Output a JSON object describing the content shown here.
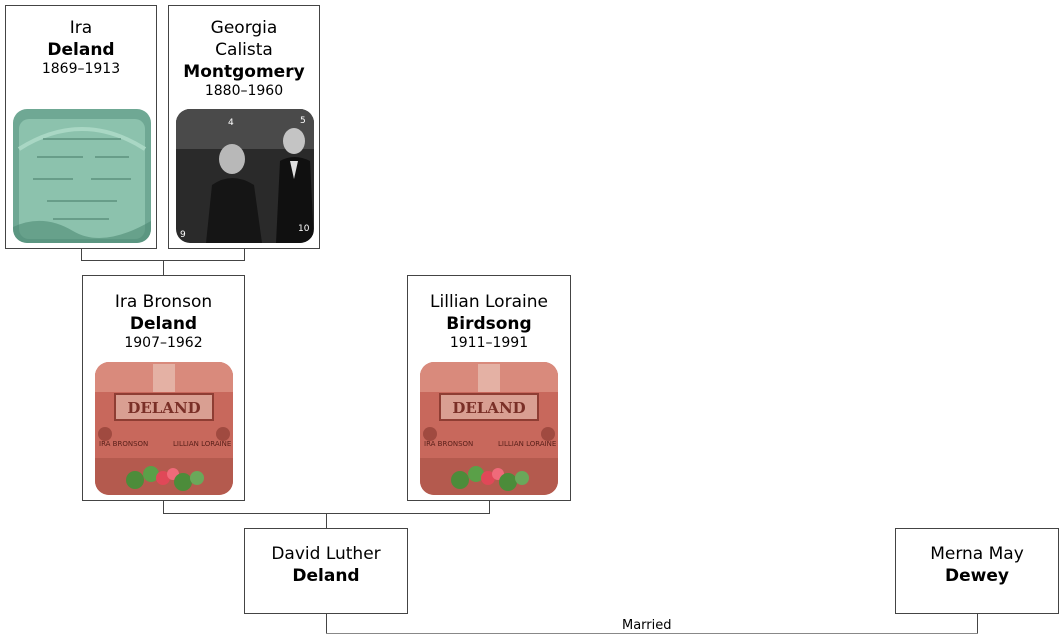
{
  "people": {
    "ira": {
      "given": "Ira",
      "surname": "Deland",
      "dates": "1869–1913",
      "photo": "gravestone-photo"
    },
    "georgia": {
      "given_line1": "Georgia",
      "given_line2": "Calista",
      "surname": "Montgomery",
      "dates": "1880–1960",
      "photo": "family-portrait-photo",
      "photo_labels": [
        "4",
        "5",
        "9",
        "10"
      ]
    },
    "ira_bronson": {
      "given": "Ira Bronson",
      "surname": "Deland",
      "dates": "1907–1962",
      "photo": "deland-headstone-photo"
    },
    "lillian": {
      "given": "Lillian Loraine",
      "surname": "Birdsong",
      "dates": "1911–1991",
      "photo": "deland-headstone-photo"
    },
    "david": {
      "given": "David Luther",
      "surname": "Deland"
    },
    "merna": {
      "given": "Merna May",
      "surname": "Dewey"
    }
  },
  "relationship": {
    "label": "Married"
  },
  "headstone_text": {
    "name": "DELAND",
    "left": "IRA BRONSON",
    "right": "LILLIAN LORAINE"
  },
  "colors": {
    "border": "#444444",
    "headstone": "#b4544a",
    "grave_green": "#7fb8a3"
  }
}
